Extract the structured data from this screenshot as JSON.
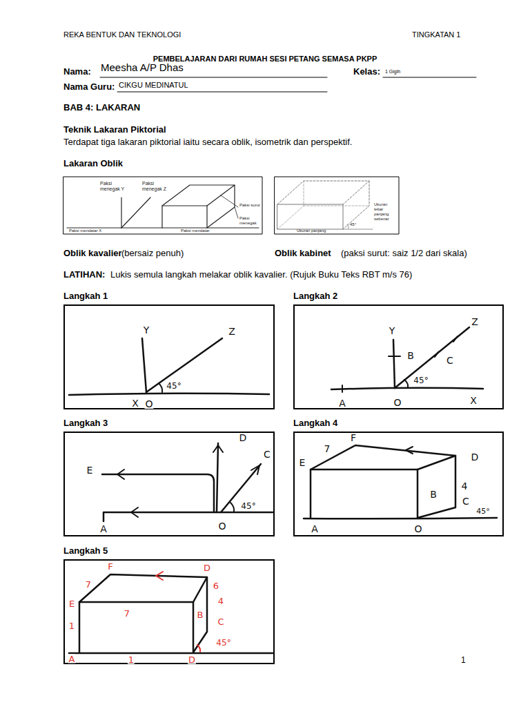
{
  "diagram": {
    "title": "PEMBELAJARAN DARI RUMAH SESI PETANG SEMASA PKPP",
    "nodes": [
      {
        "text": [
          "Langkah 1"
        ]
      },
      {
        "text": [
          "Langkah 2"
        ]
      },
      {
        "text": [
          "Langkah 3"
        ]
      },
      {
        "text": [
          "Langkah 4"
        ]
      },
      {
        "text": [
          "Langkah 5"
        ]
      }
    ],
    "labels": [
      "REKA BENTUK DAN TEKNOLOGI",
      "TINGKATAN 1",
      "Nama:",
      "Meesha A/P Dhas",
      "Kelas:",
      "1 Gigih",
      "Nama Guru:",
      "CIKGU MEDINATUL",
      "BAB 4: LAKARAN",
      "Teknik Lakaran Piktorial",
      "Terdapat tiga lakaran piktorial iaitu secara oblik, isometrik dan perspektif.",
      "Lakaran Oblik",
      "Paksi menegak Y",
      "Paksi menegak Z",
      "Paksi surut",
      "Paksi menegak",
      "Paksi mendatar X",
      "Paksi mendatar",
      "Ukuran lebar panjang sebenar",
      "45°",
      "Ukuran panjang",
      "Oblik kavalier",
      "(bersaiz penuh)",
      "Oblik kabinet",
      "(paksi surut: saiz 1/2 dari skala)",
      "LATIHAN:",
      "Lukis semula langkah melakar oblik kavalier. (Rujuk Buku Teks RBT m/s 76)",
      "Y",
      "Z",
      "45°",
      "X",
      "O",
      "Y",
      "Z",
      "B",
      "C",
      "45°",
      "A",
      "O",
      "X",
      "E",
      "D",
      "C",
      "45°",
      "A",
      "O",
      "F",
      "D",
      "E",
      "7",
      "B",
      "4",
      "C",
      "45°",
      "A",
      "O",
      "F",
      "D",
      "E",
      "7",
      "6",
      "B",
      "4",
      "C",
      "45°",
      "7",
      "1",
      "A",
      "1",
      "D",
      "1"
    ]
  }
}
